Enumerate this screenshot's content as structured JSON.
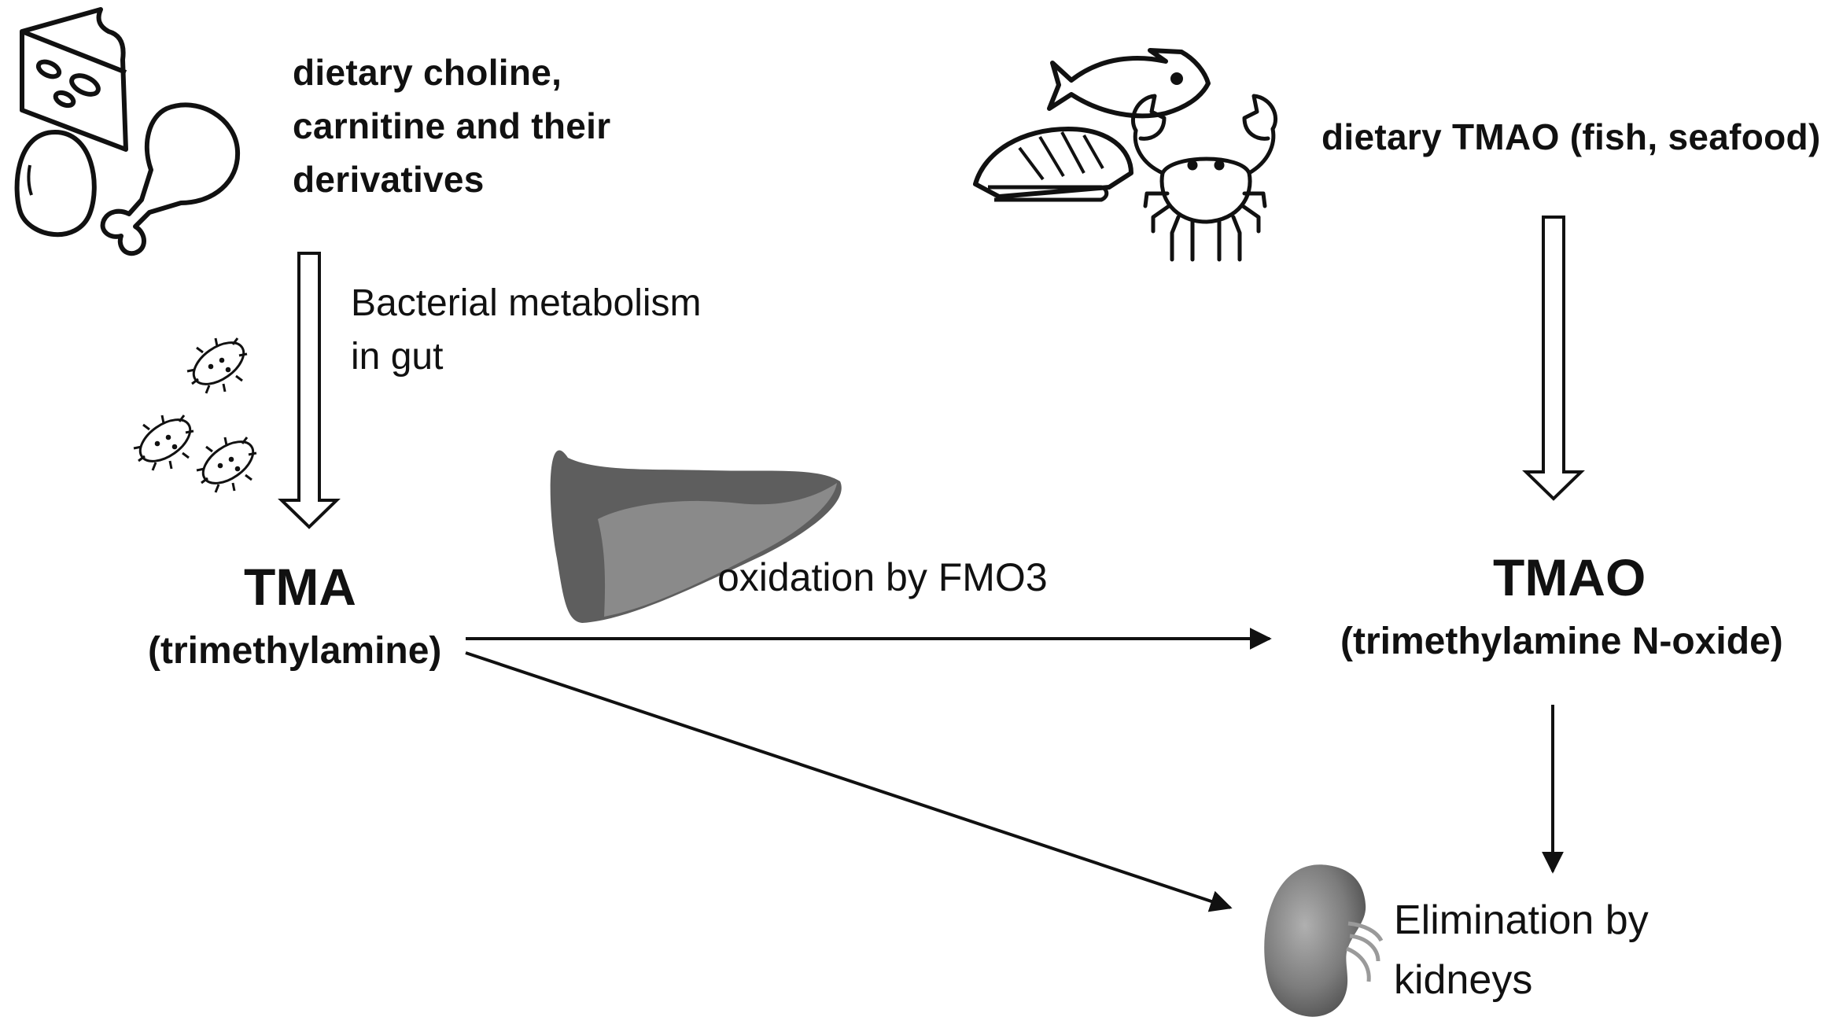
{
  "sources": {
    "choline_lines": [
      "dietary choline,",
      "carnitine and their",
      "derivatives"
    ],
    "tmao_diet": "dietary TMAO (fish, seafood)"
  },
  "processes": {
    "bacterial_lines": [
      "Bacterial metabolism",
      "in gut"
    ],
    "oxidation": "oxidation by FMO3",
    "elimination_lines": [
      "Elimination by",
      "kidneys"
    ]
  },
  "compounds": {
    "tma": "TMA",
    "tma_full": "(trimethylamine)",
    "tmao": "TMAO",
    "tmao_full": "(trimethylamine N-oxide)"
  },
  "icons": [
    "cheese-icon",
    "egg-icon",
    "chicken-leg-icon",
    "bacteria-icon",
    "fish-icon",
    "fish-fillet-icon",
    "crab-icon",
    "liver-icon",
    "kidney-icon"
  ],
  "colors": {
    "ink": "#111111",
    "liver_dark": "#5e5e5e",
    "liver_light": "#8a8a8a",
    "kidney": "#7c7c7c"
  }
}
